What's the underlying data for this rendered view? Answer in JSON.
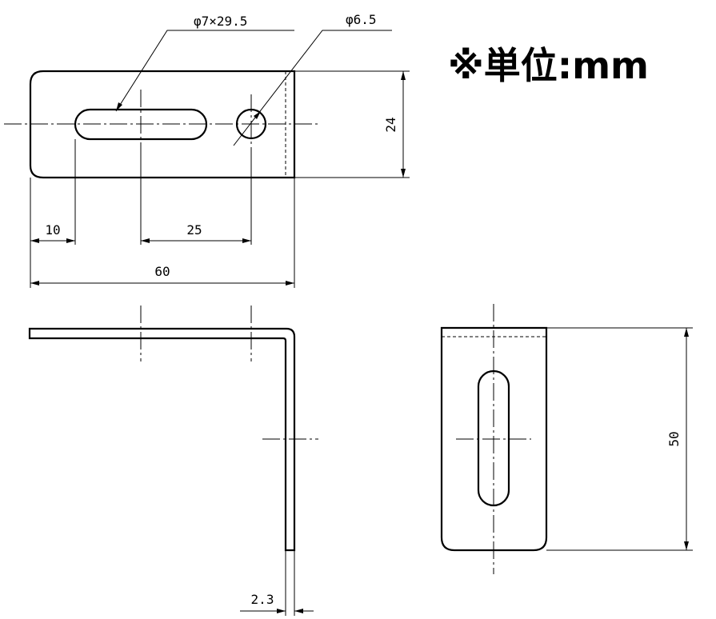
{
  "units_note": "※単位:mm",
  "callouts": {
    "slot": "φ7×29.5",
    "hole": "φ6.5"
  },
  "dimensions": {
    "height_top": "24",
    "edge_to_slot": "10",
    "slot_to_hole": "25",
    "total_length": "60",
    "side_height": "50",
    "thickness": "2.3"
  },
  "colors": {
    "line": "#000000",
    "background": "#ffffff"
  }
}
